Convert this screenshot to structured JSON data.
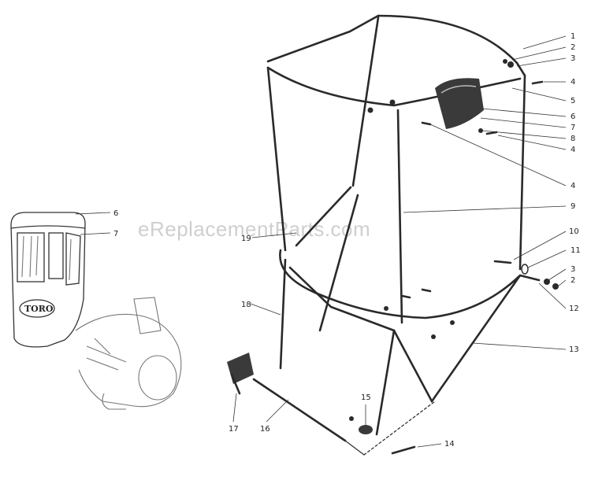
{
  "watermark": "eReplacementParts.com",
  "cab_brand": "TORO",
  "callouts": {
    "c1": "1",
    "c2a": "2",
    "c3a": "3",
    "c4a": "4",
    "c5": "5",
    "c6a": "6",
    "c7a": "7",
    "c8": "8",
    "c4b": "4",
    "c4c": "4",
    "c9": "9",
    "c10": "10",
    "c11": "11",
    "c3b": "3",
    "c2b": "2",
    "c12": "12",
    "c13": "13",
    "c14": "14",
    "c15": "15",
    "c16": "16",
    "c17": "17",
    "c18": "18",
    "c19": "19",
    "c6b": "6",
    "c7b": "7"
  }
}
